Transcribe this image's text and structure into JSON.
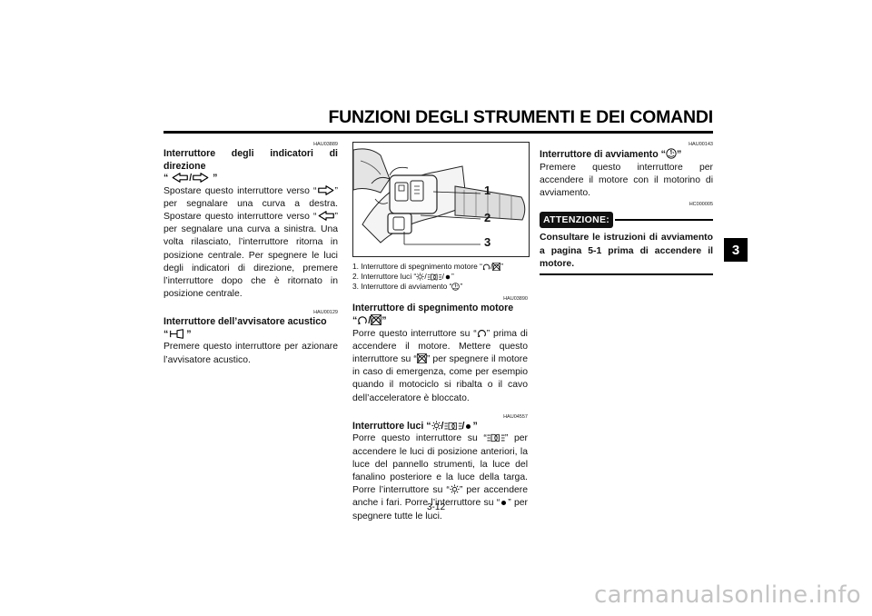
{
  "header": {
    "title": "FUNZIONI DEGLI STRUMENTI E DEI COMANDI"
  },
  "chapter_tab": "3",
  "page_number": "3-12",
  "watermark": "carmanualsonline.info",
  "col1": {
    "s1": {
      "code": "HAU03889",
      "heading": "Interruttore degli indicatori di direzione",
      "heading_q_open": "“",
      "heading_slash": "/",
      "heading_q_close": "”",
      "t1": "Spostare questo interruttore verso “",
      "t2": "” per segnalare una curva a destra. Spostare questo interruttore verso “",
      "t3": "” per segnalare una curva a sinistra. Una volta rilasciato, l’interruttore ritorna in posizione centrale. Per spegnere le luci degli indicatori di direzione, premere l’interruttore dopo che è ritornato in posizione centrale."
    },
    "s2": {
      "code": "HAU00129",
      "heading": "Interruttore dell’avvisatore acustico",
      "heading_q_open": "“",
      "heading_q_close": "”",
      "body": "Premere questo interruttore per azionare l’avvisatore acustico."
    }
  },
  "col2": {
    "figure": {
      "labels": [
        "1",
        "2",
        "3"
      ]
    },
    "captions": [
      {
        "num": "1.",
        "text": "Interruttore di spegnimento motore “",
        "slash": "/",
        "end": "”"
      },
      {
        "num": "2.",
        "text": "Interruttore luci “",
        "slash1": "/",
        "slash2": "/",
        "end": "”"
      },
      {
        "num": "3.",
        "text": "Interruttore di avviamento “",
        "end": "”"
      }
    ],
    "s3": {
      "code": "HAU03890",
      "heading": "Interruttore di spegnimento motore",
      "heading_q_open": "“",
      "heading_slash": "/",
      "heading_q_close": "”",
      "t1": "Porre questo interruttore su “",
      "t2": "” prima di accendere il motore. Mettere questo interruttore su “",
      "t3": "” per spegnere il motore in caso di emergenza, come per esempio quando il motociclo si ribalta o il cavo dell’acceleratore è bloccato."
    },
    "s4": {
      "code": "HAU04557",
      "heading": "Interruttore luci",
      "heading_q_open": "“",
      "heading_slash": "/",
      "heading_q_close": "”",
      "t1": "Porre questo interruttore su “",
      "t2": "” per accendere le luci di posizione anteriori, la luce del pannello strumenti, la luce del fanalino posteriore e la luce della targa. Porre l’interruttore su “",
      "t3": "” per accendere anche i fari. Porre l’interruttore su “",
      "t4": "” per spegnere tutte le luci."
    }
  },
  "col3": {
    "s5": {
      "code": "HAU00143",
      "heading": "Interruttore di avviamento",
      "heading_q_open": "“",
      "heading_q_close": "”",
      "body": "Premere questo interruttore per accendere il motore con il motorino di avviamento."
    },
    "warn_code": "HC000005",
    "attention_label": "ATTENZIONE:",
    "attention_text": "Consultare le istruzioni di avviamento a pagina 5-1 prima di accendere il motore."
  }
}
